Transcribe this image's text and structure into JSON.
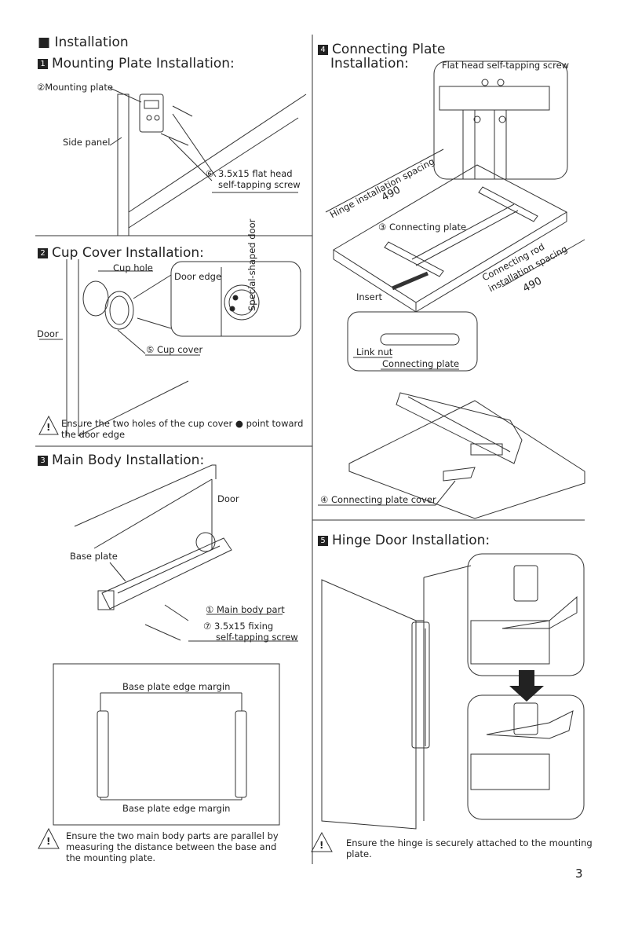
{
  "header": "■ Installation",
  "page_number": "3",
  "s1": {
    "num": "1",
    "title": "Mounting Plate Installation:",
    "label_plate": "②Mounting plate",
    "label_side": "Side panel",
    "label_screw_num": "⑥",
    "label_screw": "3.5x15 flat head",
    "label_screw2": "self-tapping screw"
  },
  "s2": {
    "num": "2",
    "title": "Cup Cover Installation:",
    "label_hole": "Cup hole",
    "label_door": "Door",
    "label_edge": "Door edge",
    "label_special": "Special-shaped door",
    "label_cover": "⑤ Cup cover",
    "note1": "Ensure the two holes of the cup cover ● point toward",
    "note2": "the door edge"
  },
  "s3": {
    "num": "3",
    "title": "Main Body Installation:",
    "label_door": "Door",
    "label_base": "Base plate",
    "label_main": "① Main body part",
    "label_screw": "⑦ 3.5x15 fixing",
    "label_screw2": "self-tapping screw",
    "label_margin_top": "Base plate edge margin",
    "label_margin_bottom": "Base plate edge margin",
    "note1": "Ensure the two main body parts are parallel by",
    "note2": "measuring the distance between the base and",
    "note3": "the mounting plate."
  },
  "s4": {
    "num": "4",
    "title": "Connecting Plate",
    "title2": "Installation:",
    "label_flat": "Flat head self-tapping screw",
    "label_hinge_spacing": "Hinge installation spacing",
    "label_hinge_value": "490",
    "label_plate": "③ Connecting plate",
    "label_rod_spacing": "Connecting rod",
    "label_rod_spacing2": "installation spacing",
    "label_rod_value": "490",
    "label_insert": "Insert",
    "label_nut": "Link nut",
    "label_plate2": "Connecting plate",
    "label_cover": "④ Connecting plate cover"
  },
  "s5": {
    "num": "5",
    "title": "Hinge Door Installation:",
    "note": "Ensure the hinge is securely attached to the mounting plate."
  }
}
